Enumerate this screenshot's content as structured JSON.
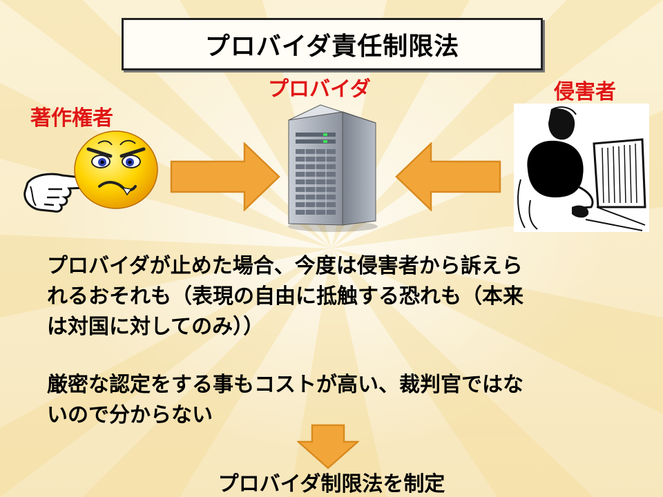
{
  "title": "プロバイダ責任制限法",
  "labels": {
    "provider": "プロバイダ",
    "infringer": "侵害者",
    "copyright_holder": "著作権者"
  },
  "paragraphs": {
    "p1_line1": "プロバイダが止めた場合、今度は侵害者から訴えら",
    "p1_line2": "れるおそれも（表現の自由に抵触する恐れも（本来",
    "p1_line3": "は対国に対してのみ））",
    "p2_line1": "厳密な認定をする事もコストが高い、裁判官ではな",
    "p2_line2": "いので分からない"
  },
  "conclusion": "プロバイダ制限法を制定",
  "colors": {
    "label_red": "#e01616",
    "arrow_fill": "#f2a63a",
    "arrow_stroke": "#d98a1f"
  },
  "icons": [
    "angry-face-icon",
    "pointing-hand-icon",
    "server-icon",
    "person-at-computer-icon"
  ]
}
